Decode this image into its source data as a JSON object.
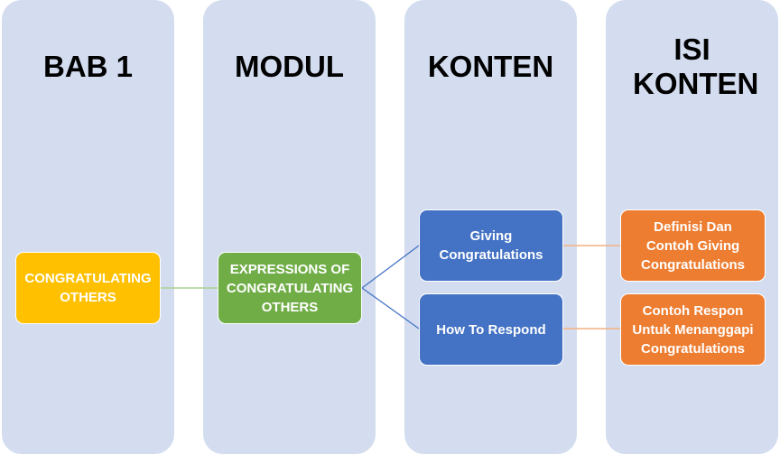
{
  "columns": [
    {
      "title": "BAB 1"
    },
    {
      "title": "MODUL"
    },
    {
      "title": "KONTEN"
    },
    {
      "title": "ISI KONTEN"
    }
  ],
  "nodes": {
    "bab": {
      "label": "CONGRATULATING OTHERS",
      "color": "#ffc000"
    },
    "modul": {
      "label": "EXPRESSIONS OF CONGRATULATING OTHERS",
      "color": "#70ad47"
    },
    "konten": [
      {
        "label": "Giving Congratulations",
        "color": "#4472c4"
      },
      {
        "label": "How To Respond",
        "color": "#4472c4"
      }
    ],
    "isi": [
      {
        "label": "Definisi Dan Contoh Giving Congratulations",
        "color": "#ed7d31"
      },
      {
        "label": "Contoh Respon Untuk Menanggapi Congratulations",
        "color": "#ed7d31"
      }
    ]
  },
  "colors": {
    "column_bg": "#d3ddef",
    "link_green": "#a9d18e",
    "link_blue": "#4472c4",
    "link_orange": "#f4b183"
  }
}
